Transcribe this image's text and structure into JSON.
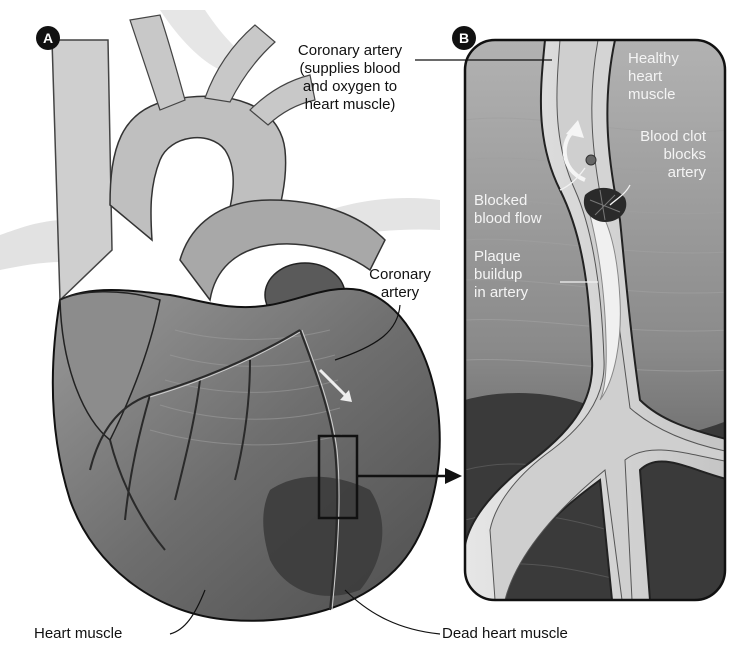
{
  "panel_a": {
    "badge": "A",
    "coronary_artery_top": [
      "Coronary artery",
      "(supplies blood",
      "and oxygen to",
      "heart muscle)"
    ],
    "coronary_artery_mid": [
      "Coronary",
      "artery"
    ],
    "heart_muscle": "Heart muscle",
    "dead_heart_muscle": "Dead heart muscle"
  },
  "panel_b": {
    "badge": "B",
    "healthy_heart_muscle": [
      "Healthy",
      "heart",
      "muscle"
    ],
    "blood_clot": [
      "Blood clot",
      "blocks",
      "artery"
    ],
    "blocked_blood_flow": [
      "Blocked",
      "blood flow"
    ],
    "plaque_buildup": [
      "Plaque",
      "buildup",
      "in artery"
    ]
  },
  "colors": {
    "background": "#ffffff",
    "heart_dark": "#4a4a4a",
    "heart_mid": "#7a7a7a",
    "heart_light": "#bdbdbd",
    "vessel_light": "#d9d9d9",
    "outline": "#111111"
  }
}
